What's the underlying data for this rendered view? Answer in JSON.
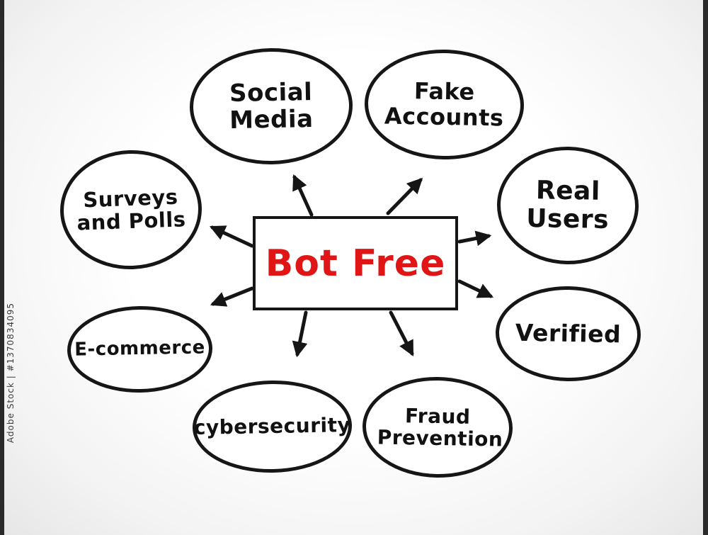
{
  "watermark": {
    "text": "Adobe Stock | #1370834095"
  },
  "center": {
    "label": "Bot Free",
    "text_color": "#e01616",
    "border_color": "#161616",
    "fill_color": "#ffffff"
  },
  "nodes": [
    {
      "id": "social-media",
      "label": "Social Media"
    },
    {
      "id": "fake-accounts",
      "label": "Fake Accounts"
    },
    {
      "id": "surveys-polls",
      "label": "Surveys and Polls"
    },
    {
      "id": "real-users",
      "label": "Real Users"
    },
    {
      "id": "e-commerce",
      "label": "E-commerce"
    },
    {
      "id": "verified",
      "label": "Verified"
    },
    {
      "id": "cybersecurity",
      "label": "cybersecurity"
    },
    {
      "id": "fraud-prevention",
      "label": "Fraud Prevention"
    }
  ],
  "style": {
    "node_border_color": "#161616",
    "node_fill_color": "#ffffff",
    "arrow_color": "#151515",
    "background_color": "#f3f3f3"
  }
}
